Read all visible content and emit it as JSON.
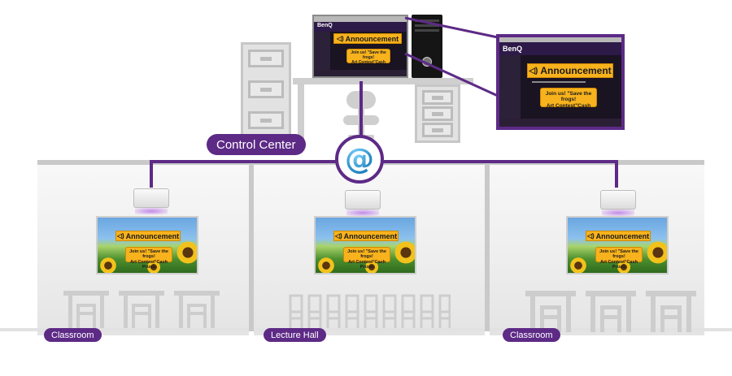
{
  "labels": {
    "control_center": "Control Center",
    "room_left": "Classroom",
    "room_center": "Lecture Hall",
    "room_right": "Classroom"
  },
  "screen_content": {
    "announcement": "Announcement",
    "message_line1": "Join us! \"Save the frogs!",
    "message_line2": "Art Contest\"Cash Prizes",
    "brand": "BenQ"
  },
  "colors": {
    "accent_purple": "#5d2a86",
    "announcement_yellow": "#f7b21d",
    "network_icon_blue": "#1d8fcf"
  },
  "icons": {
    "network": "at-sign-icon",
    "speaker": "speaker-icon"
  }
}
